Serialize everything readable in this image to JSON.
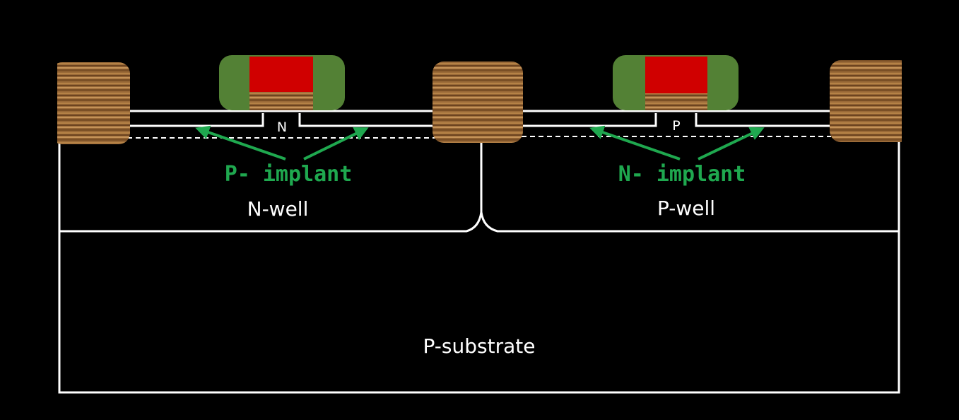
{
  "labels": {
    "n_well": "N-well",
    "p_well": "P-well",
    "p_substrate": "P-substrate",
    "left_ldd": "N",
    "right_ldd": "P",
    "left_implant": "P- implant",
    "right_implant": "N- implant"
  },
  "colors": {
    "background": "#000000",
    "outline": "#ffffff",
    "spacer": "#538135",
    "gate_poly": "#d00000",
    "implant_text": "#1fa84f",
    "oxide_wood": "#9a6a38"
  },
  "icons": {
    "isolation": "wood-texture-block",
    "arrows": "green-arrow"
  }
}
